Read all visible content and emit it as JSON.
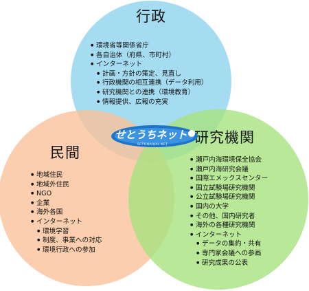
{
  "colors": {
    "gov_circle": "#8ed3ee",
    "civ_circle": "#f9c29a",
    "res_circle": "#a8e27f",
    "logo_blue": "#1f74c8",
    "logo_light": "#ffffff"
  },
  "logo": {
    "main": "せとうちネット",
    "sub": "SETONAIKAI NET"
  },
  "government": {
    "title": "行政",
    "items": [
      {
        "text": "環境省等関係省庁",
        "sub": false
      },
      {
        "text": "各自治体（府県、市町村）",
        "sub": false
      },
      {
        "text": "インターネット",
        "sub": false
      },
      {
        "text": "計画・方針の策定、見直し",
        "sub": true
      },
      {
        "text": "行政機関の相互連携（データ利用）",
        "sub": true
      },
      {
        "text": "研究機関との連携（環境教育）",
        "sub": true
      },
      {
        "text": "情報提供、広報の充実",
        "sub": true
      }
    ]
  },
  "civilian": {
    "title": "民間",
    "items": [
      {
        "text": "地域住民",
        "sub": false
      },
      {
        "text": "地域外住民",
        "sub": false
      },
      {
        "text": "NGO",
        "sub": false
      },
      {
        "text": "企業",
        "sub": false
      },
      {
        "text": "海外各国",
        "sub": false
      },
      {
        "text": "インターネット",
        "sub": false
      },
      {
        "text": "環境学習",
        "sub": true
      },
      {
        "text": "制度、事業への対応",
        "sub": true
      },
      {
        "text": "環境行政への参加",
        "sub": true
      }
    ]
  },
  "research": {
    "title": "研究機関",
    "items": [
      {
        "text": "瀬戸内海環境保全協会",
        "sub": false
      },
      {
        "text": "瀬戸内海研究会議",
        "sub": false
      },
      {
        "text": "国際エメックスセンター",
        "sub": false
      },
      {
        "text": "国立試験場研究機関",
        "sub": false
      },
      {
        "text": "公立試験場研究機関",
        "sub": false
      },
      {
        "text": "国内の大学",
        "sub": false
      },
      {
        "text": "その他、国内研究者",
        "sub": false
      },
      {
        "text": "海外の各種研究機関",
        "sub": false
      },
      {
        "text": "インターネット",
        "sub": false
      },
      {
        "text": "データの集約・共有",
        "sub": true
      },
      {
        "text": "専門家会議への参画",
        "sub": true
      },
      {
        "text": "研究成果の公表",
        "sub": true
      }
    ]
  }
}
